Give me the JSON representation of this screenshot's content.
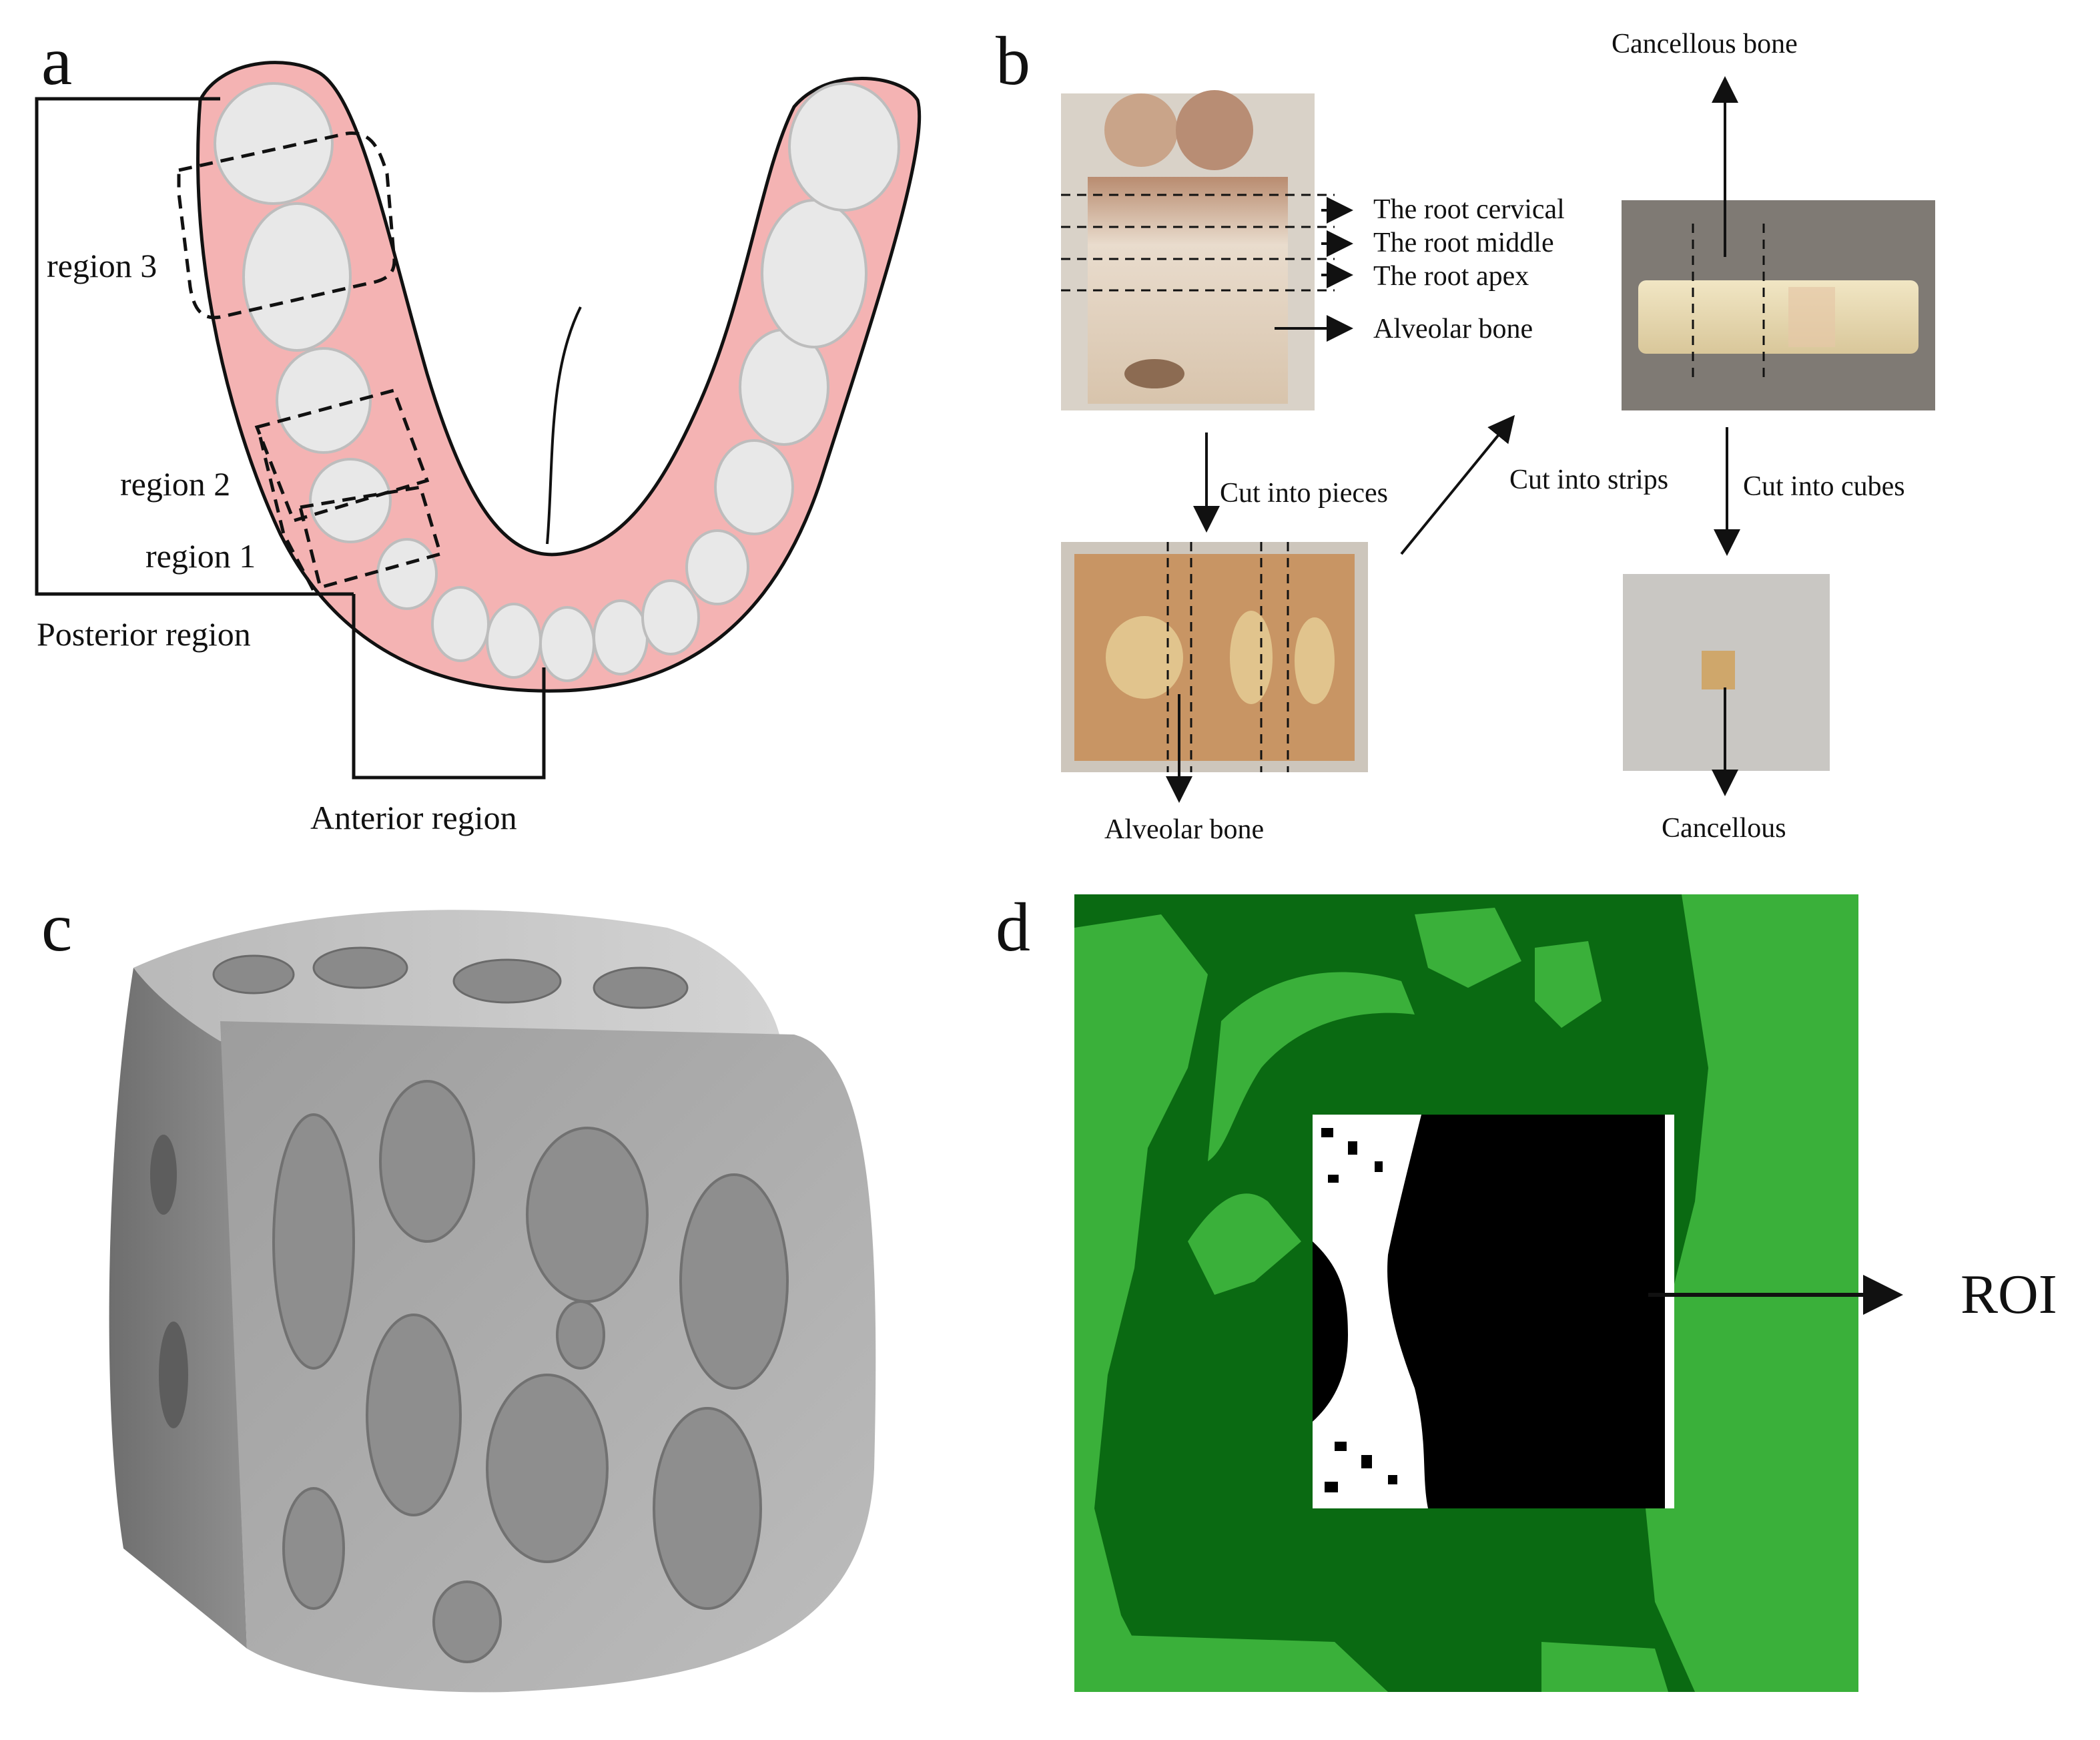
{
  "panels": {
    "a": {
      "letter": "a",
      "labels": {
        "region3": "region 3",
        "region2": "region 2",
        "region1": "region 1",
        "posterior": "Posterior region",
        "anterior": "Anterior region"
      }
    },
    "b": {
      "letter": "b",
      "labels": {
        "root_cervical": "The root cervical",
        "root_middle": "The root middle",
        "root_apex": "The root apex",
        "alveolar_bone_top": "Alveolar bone",
        "cancellous_bone": "Cancellous bone",
        "cut_pieces": "Cut into pieces",
        "cut_strips": "Cut into strips",
        "cut_cubes": "Cut into cubes",
        "alveolar_bone_bottom": "Alveolar bone",
        "cancellous": "Cancellous"
      }
    },
    "c": {
      "letter": "c"
    },
    "d": {
      "letter": "d",
      "roi": "ROI"
    }
  },
  "colors": {
    "gum": "#f4b3b3",
    "tooth": "#e8e8e8",
    "bone_gray": "#a9a9a9",
    "dark_green": "#0a6a12",
    "light_green": "#3ab03a"
  }
}
